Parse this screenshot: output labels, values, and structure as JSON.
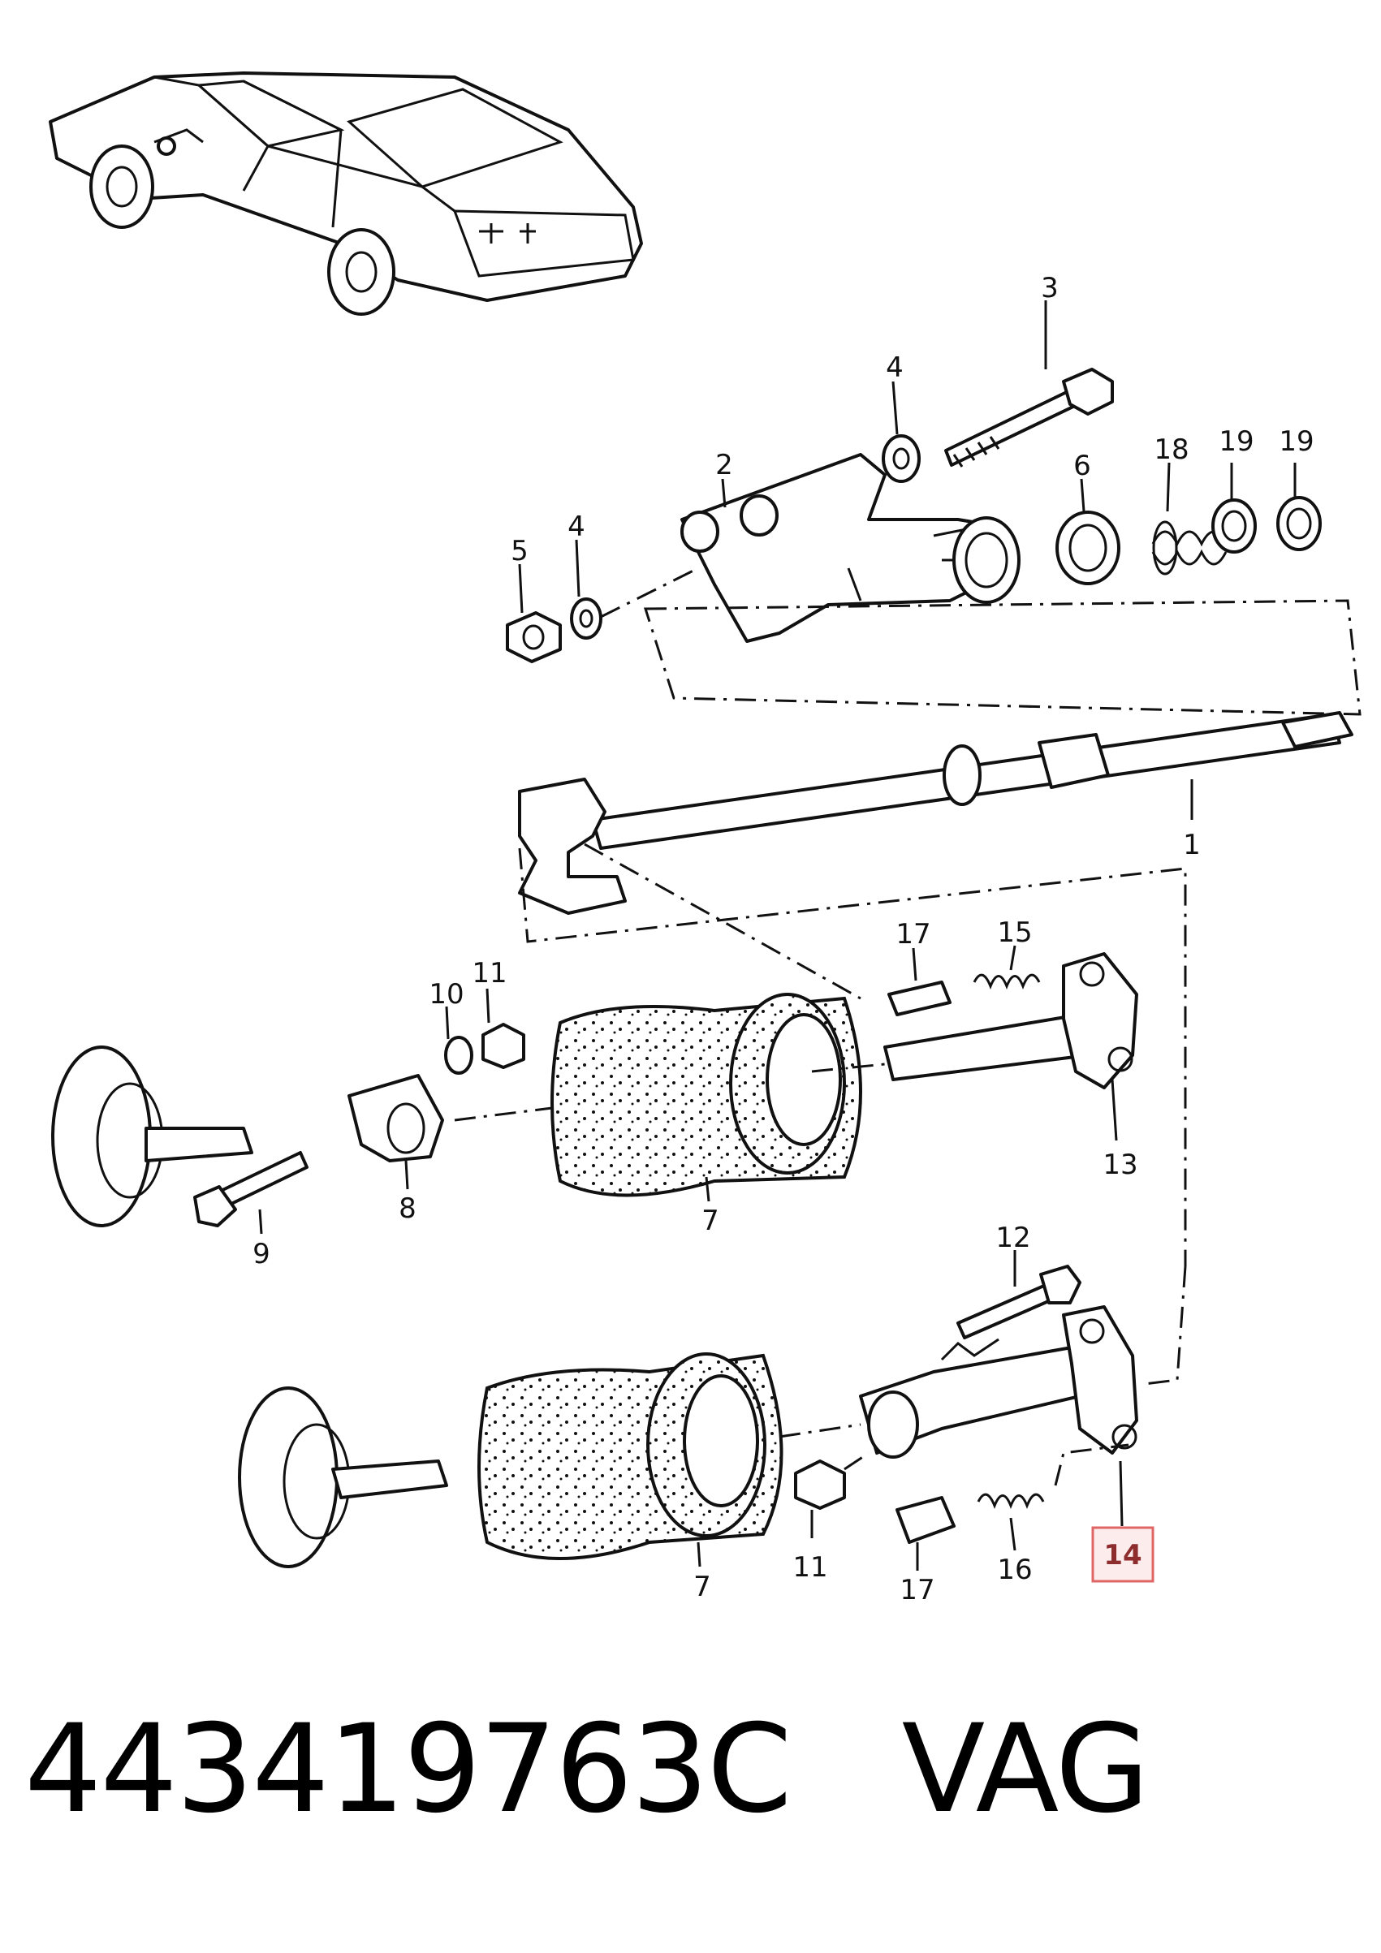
{
  "callouts": {
    "c1": "1",
    "c2": "2",
    "c3": "3",
    "c4a": "4",
    "c4b": "4",
    "c5": "5",
    "c6": "6",
    "c7a": "7",
    "c7b": "7",
    "c8": "8",
    "c9": "9",
    "c10": "10",
    "c11a": "11",
    "c11b": "11",
    "c12": "12",
    "c13": "13",
    "c14": "14",
    "c15": "15",
    "c16": "16",
    "c17a": "17",
    "c17b": "17",
    "c18": "18",
    "c19a": "19",
    "c19b": "19"
  },
  "highlight": {
    "callout": "14",
    "border_color": "#e06666",
    "fill_color": "#fdecec",
    "text_color": "#8e2d2d"
  },
  "caption": {
    "part_number": "443419763C",
    "brand": "VAG",
    "text": "443419763C   VAG"
  }
}
